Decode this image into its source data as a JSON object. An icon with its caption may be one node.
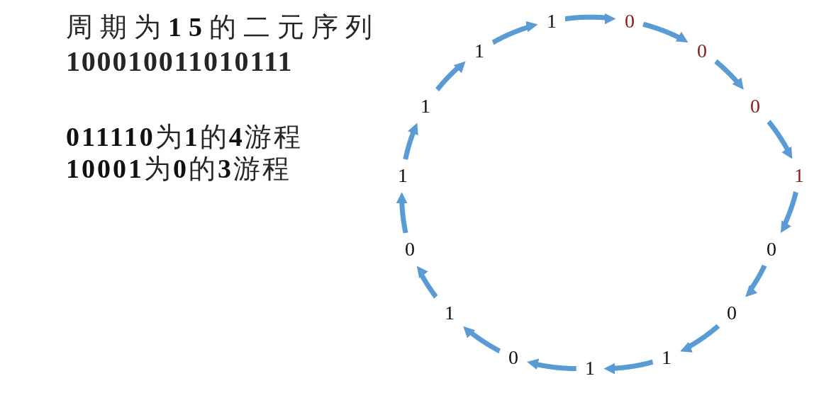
{
  "diagram": {
    "nodes": [
      {
        "text": [
          "1"
        ]
      },
      {
        "text": [
          "0"
        ]
      },
      {
        "text": [
          "0"
        ]
      },
      {
        "text": [
          "0"
        ]
      },
      {
        "text": [
          "1"
        ]
      },
      {
        "text": [
          "0"
        ]
      },
      {
        "text": [
          "0"
        ]
      },
      {
        "text": [
          "1"
        ]
      },
      {
        "text": [
          "1"
        ]
      },
      {
        "text": [
          "0"
        ]
      },
      {
        "text": [
          "1"
        ]
      },
      {
        "text": [
          "0"
        ]
      },
      {
        "text": [
          "1"
        ]
      },
      {
        "text": [
          "1"
        ]
      },
      {
        "text": [
          "1"
        ]
      }
    ],
    "edges": [
      {
        "from": 0,
        "to": 1,
        "arrow": "to"
      },
      {
        "from": 1,
        "to": 2,
        "arrow": "to"
      },
      {
        "from": 2,
        "to": 3,
        "arrow": "to"
      },
      {
        "from": 3,
        "to": 4,
        "arrow": "to"
      },
      {
        "from": 4,
        "to": 5,
        "arrow": "to"
      },
      {
        "from": 5,
        "to": 6,
        "arrow": "to"
      },
      {
        "from": 6,
        "to": 7,
        "arrow": "to"
      },
      {
        "from": 7,
        "to": 8,
        "arrow": "to"
      },
      {
        "from": 8,
        "to": 9,
        "arrow": "to"
      },
      {
        "from": 9,
        "to": 10,
        "arrow": "to"
      },
      {
        "from": 10,
        "to": 11,
        "arrow": "to"
      },
      {
        "from": 11,
        "to": 12,
        "arrow": "to"
      },
      {
        "from": 12,
        "to": 13,
        "arrow": "to"
      },
      {
        "from": 13,
        "to": 14,
        "arrow": "to"
      },
      {
        "from": 14,
        "to": 0,
        "arrow": "to"
      }
    ],
    "labels": [
      "周期为**15**的二元序列",
      "100010011010111",
      "**011110**为**1**的**4**游程",
      "**10001**为**0**的**3**游程"
    ]
  }
}
